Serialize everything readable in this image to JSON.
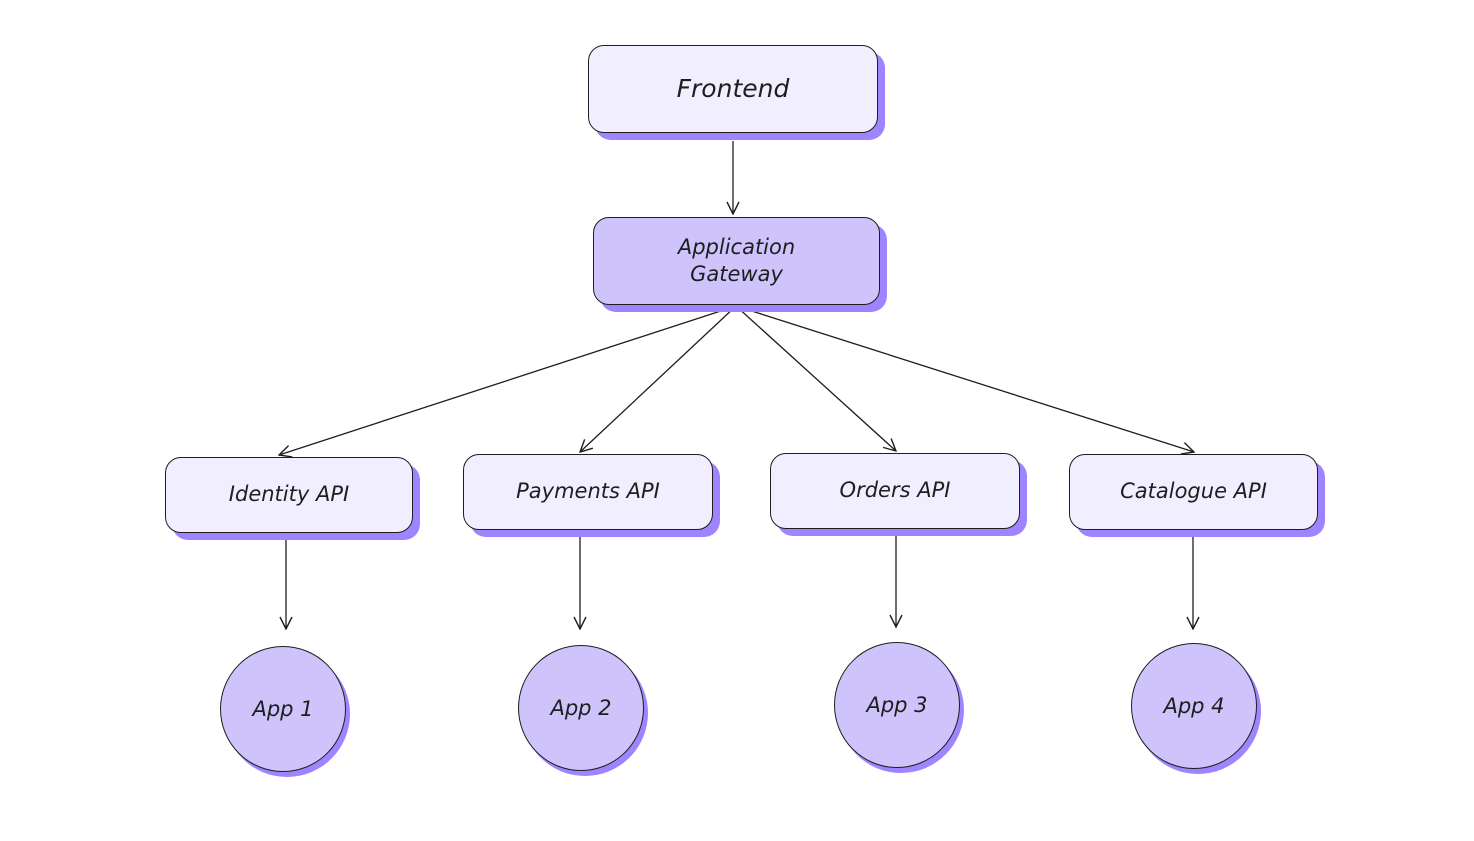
{
  "colors": {
    "light_fill": "#f1efff",
    "accent_fill": "#cfc3fc",
    "shadow": "#9f84ff",
    "stroke": "#1e1e1e",
    "background": "#ffffff"
  },
  "diagram": {
    "frontend": {
      "label": "Frontend"
    },
    "gateway": {
      "label": "Application\nGateway"
    },
    "apis": [
      {
        "label": "Identity API"
      },
      {
        "label": "Payments API"
      },
      {
        "label": "Orders API"
      },
      {
        "label": "Catalogue API"
      }
    ],
    "apps": [
      {
        "label": "App 1"
      },
      {
        "label": "App 2"
      },
      {
        "label": "App 3"
      },
      {
        "label": "App 4"
      }
    ]
  }
}
